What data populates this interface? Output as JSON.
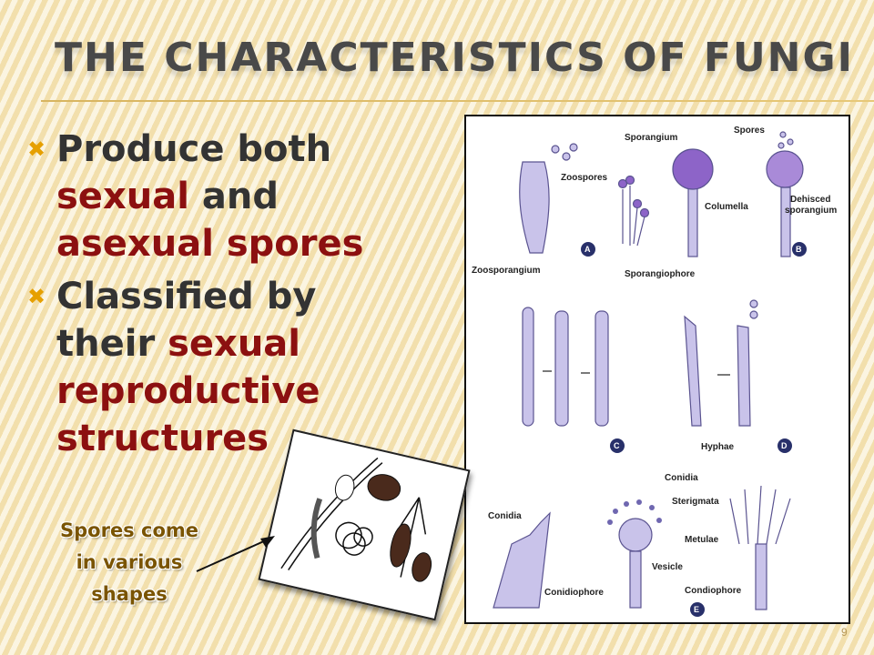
{
  "slide": {
    "title": "THE CHARACTERISTICS OF FUNGI",
    "page_number": "9"
  },
  "bullets": [
    {
      "parts": [
        {
          "text": "Produce both ",
          "hl": false
        },
        {
          "text": "sexual",
          "hl": true
        },
        {
          "text": " and ",
          "hl": false
        },
        {
          "text": "asexual spores",
          "hl": true
        }
      ]
    },
    {
      "parts": [
        {
          "text": "Classified by their ",
          "hl": false
        },
        {
          "text": "sexual reproductive structures",
          "hl": true
        }
      ]
    }
  ],
  "caption": {
    "line1": "Spores come",
    "line2": "in various",
    "line3": "shapes"
  },
  "diagram": {
    "labels": {
      "zoospores": "Zoospores",
      "zoosporangium": "Zoosporangium",
      "sporangium": "Sporangium",
      "columella": "Columella",
      "sporangiophore": "Sporangiophore",
      "spores": "Spores",
      "dehisced1": "Dehisced",
      "dehisced2": "sporangium",
      "hyphae": "Hyphae",
      "conidia_top": "Conidia",
      "sterigmata": "Sterigmata",
      "metulae": "Metulae",
      "conidia_left": "Conidia",
      "vesicle": "Vesicle",
      "conidiophore": "Conidiophore",
      "condiophore": "Condiophore"
    },
    "panels": {
      "a": "A",
      "b": "B",
      "c": "C",
      "d": "D",
      "e": "E"
    }
  },
  "colors": {
    "highlight": "#8c1010",
    "bullet_mark": "#e6a000",
    "caption": "#7a5400"
  },
  "icons": {
    "bullet": "x-bullet-icon",
    "arrow": "arrow-icon"
  }
}
